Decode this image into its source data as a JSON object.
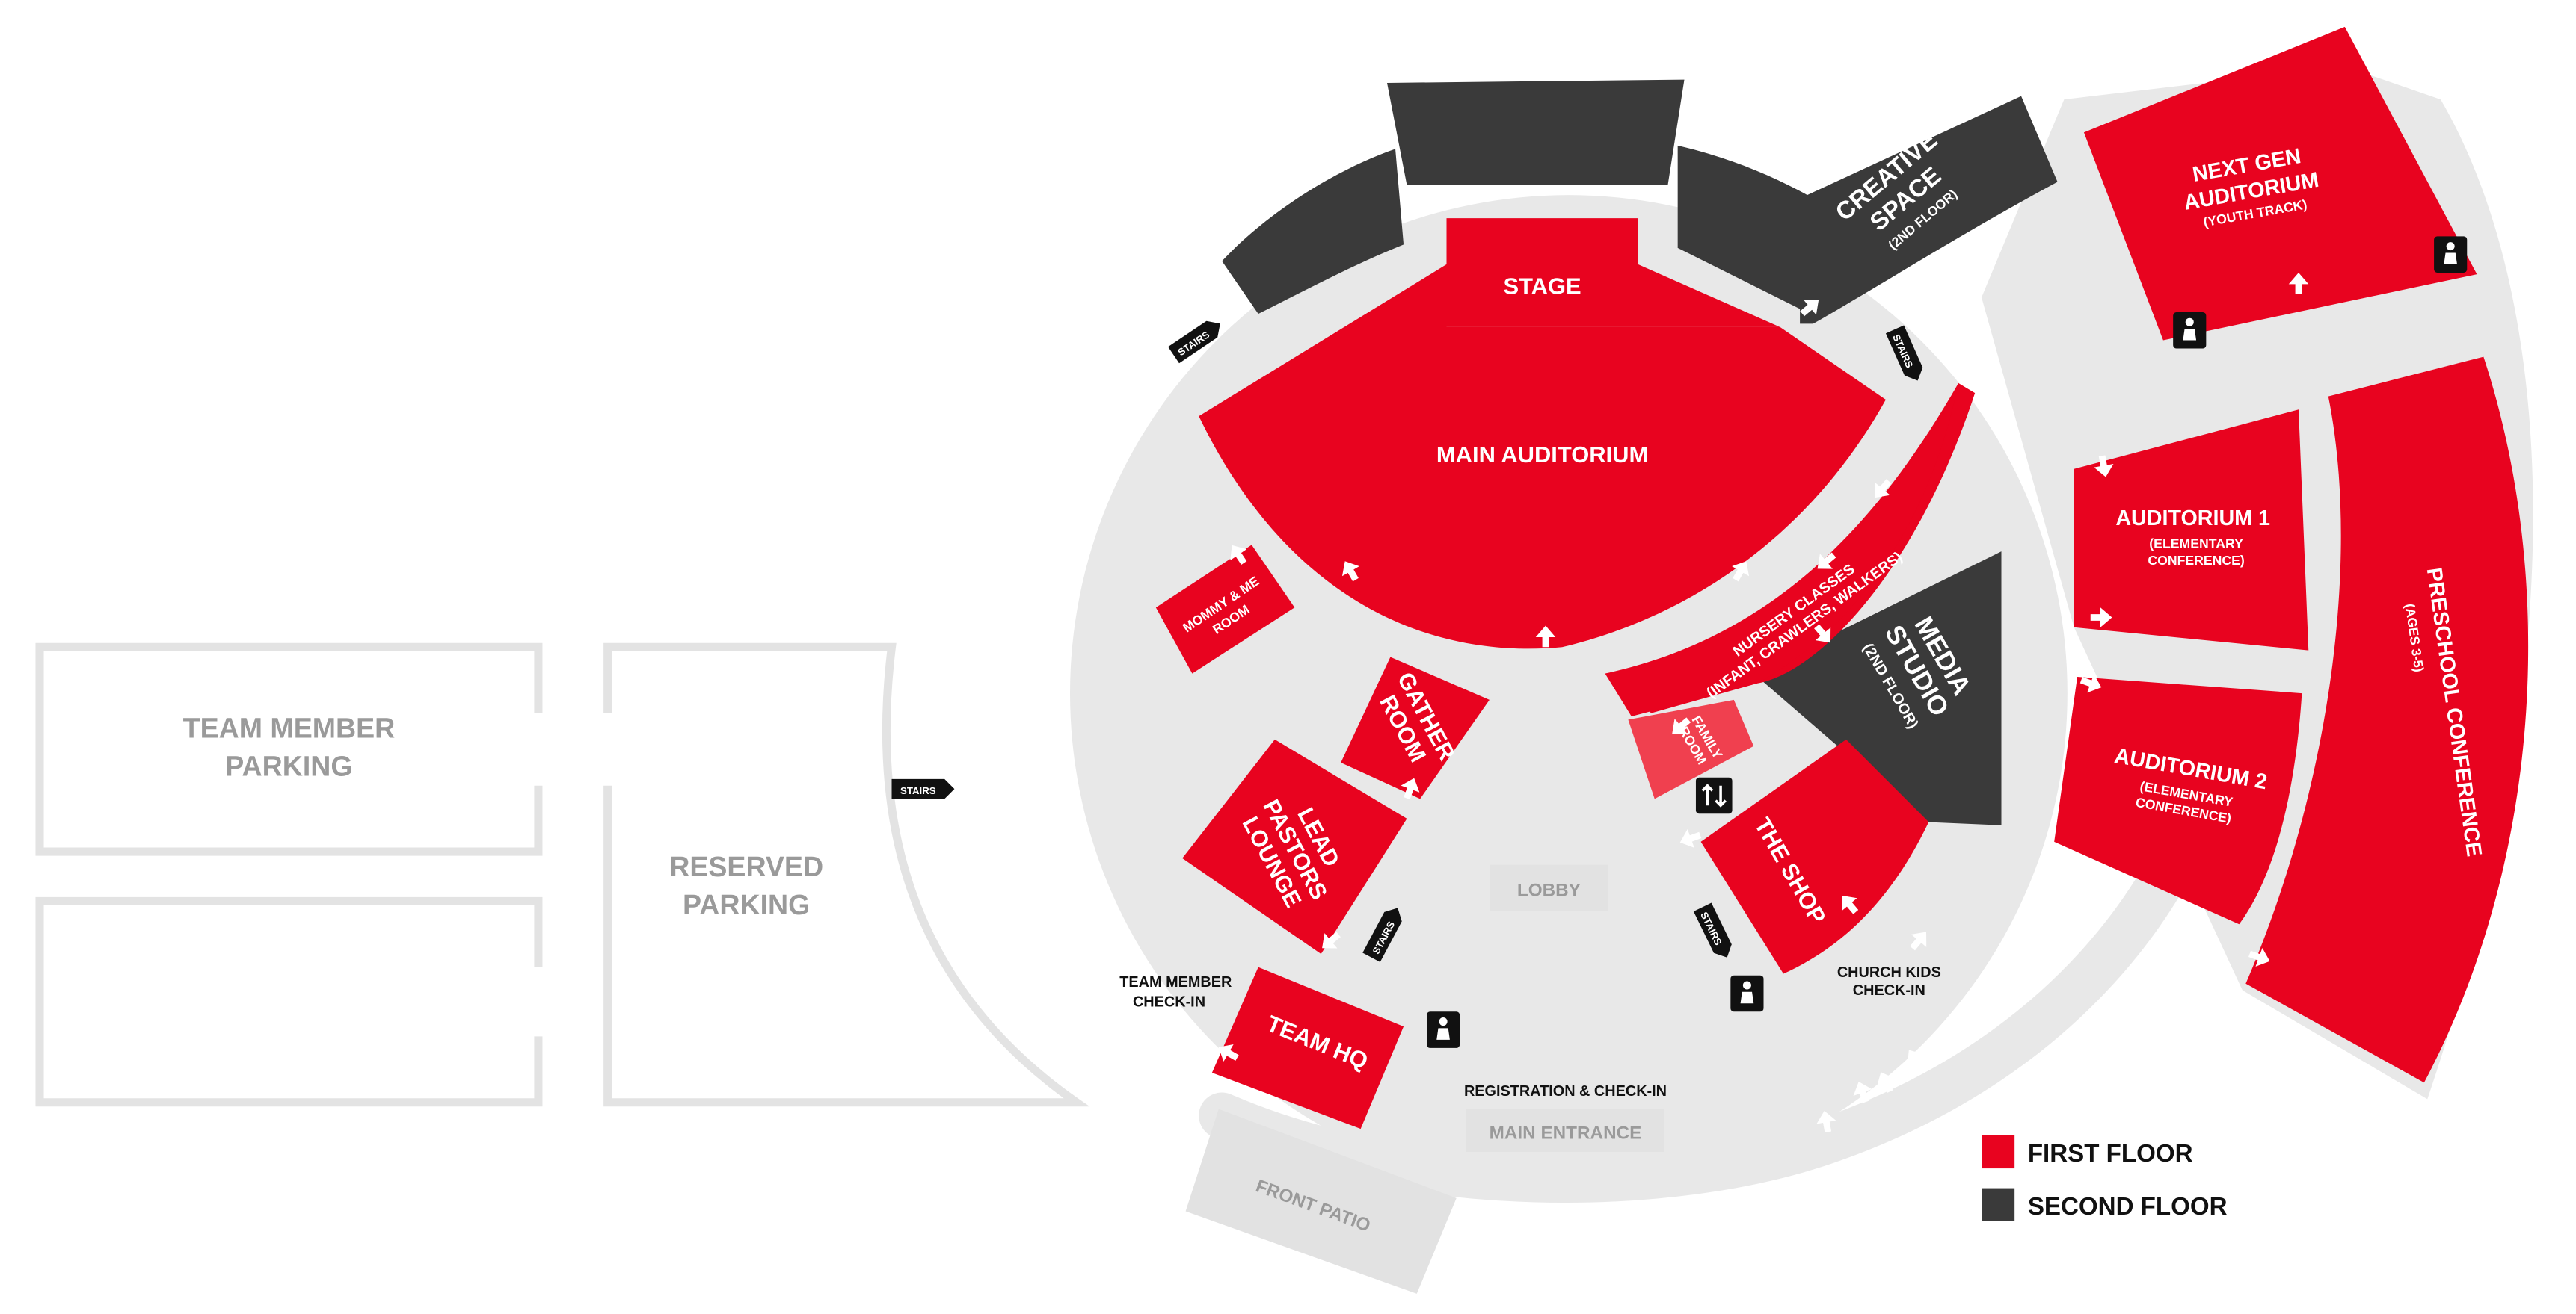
{
  "colors": {
    "first_floor": "#e8031f",
    "second_floor": "#3a3a3a",
    "family_room": "#f0404f",
    "outline": "#e3e3e3",
    "plaza": "#e8e8e8",
    "gray_label": "#9a9a9a"
  },
  "parking": {
    "team_member_line1": "TEAM MEMBER",
    "team_member_line2": "PARKING",
    "reserved_line1": "RESERVED",
    "reserved_line2": "PARKING"
  },
  "rooms": {
    "stage": "STAGE",
    "main_auditorium": "MAIN AUDITORIUM",
    "creative_space_line1": "CREATIVE",
    "creative_space_line2": "SPACE",
    "creative_space_note": "(2ND FLOOR)",
    "next_gen_line1": "NEXT GEN",
    "next_gen_line2": "AUDITORIUM",
    "next_gen_note": "(YOUTH TRACK)",
    "auditorium1": "AUDITORIUM 1",
    "auditorium1_note1": "(ELEMENTARY",
    "auditorium1_note2": "CONFERENCE)",
    "auditorium2": "AUDITORIUM 2",
    "auditorium2_note1": "(ELEMENTARY",
    "auditorium2_note2": "CONFERENCE)",
    "preschool": "PRESCHOOL CONFERENCE",
    "preschool_note": "(AGES 3-5)",
    "nursery_line1": "NURSERY CLASSES",
    "nursery_line2": "(INFANT, CRAWLERS, WALKERS)",
    "media_line1": "MEDIA",
    "media_line2": "STUDIO",
    "media_line3": "(2ND FLOOR)",
    "family_line1": "FAMILY",
    "family_line2": "ROOM",
    "mommy_line1": "MOMMY & ME",
    "mommy_line2": "ROOM",
    "gather_line1": "GATHER",
    "gather_line2": "ROOM",
    "lead_line1": "LEAD",
    "lead_line2": "PASTORS",
    "lead_line3": "LOUNGE",
    "team_hq": "TEAM HQ",
    "the_shop": "THE SHOP"
  },
  "areas": {
    "lobby": "LOBBY",
    "main_entrance": "MAIN ENTRANCE",
    "front_patio": "FRONT PATIO"
  },
  "labels": {
    "team_member_checkin_line1": "TEAM MEMBER",
    "team_member_checkin_line2": "CHECK-IN",
    "registration": "REGISTRATION & CHECK-IN",
    "church_kids_line1": "CHURCH KIDS",
    "church_kids_line2": "CHECK-IN",
    "stairs": "STAIRS"
  },
  "icons": {
    "restroom": "restroom-icon",
    "elevator": "elevator-icon",
    "door_arrow": "door-arrow-icon",
    "stairs": "stairs-sign-icon"
  },
  "legend": {
    "first_floor": "FIRST FLOOR",
    "second_floor": "SECOND FLOOR"
  }
}
